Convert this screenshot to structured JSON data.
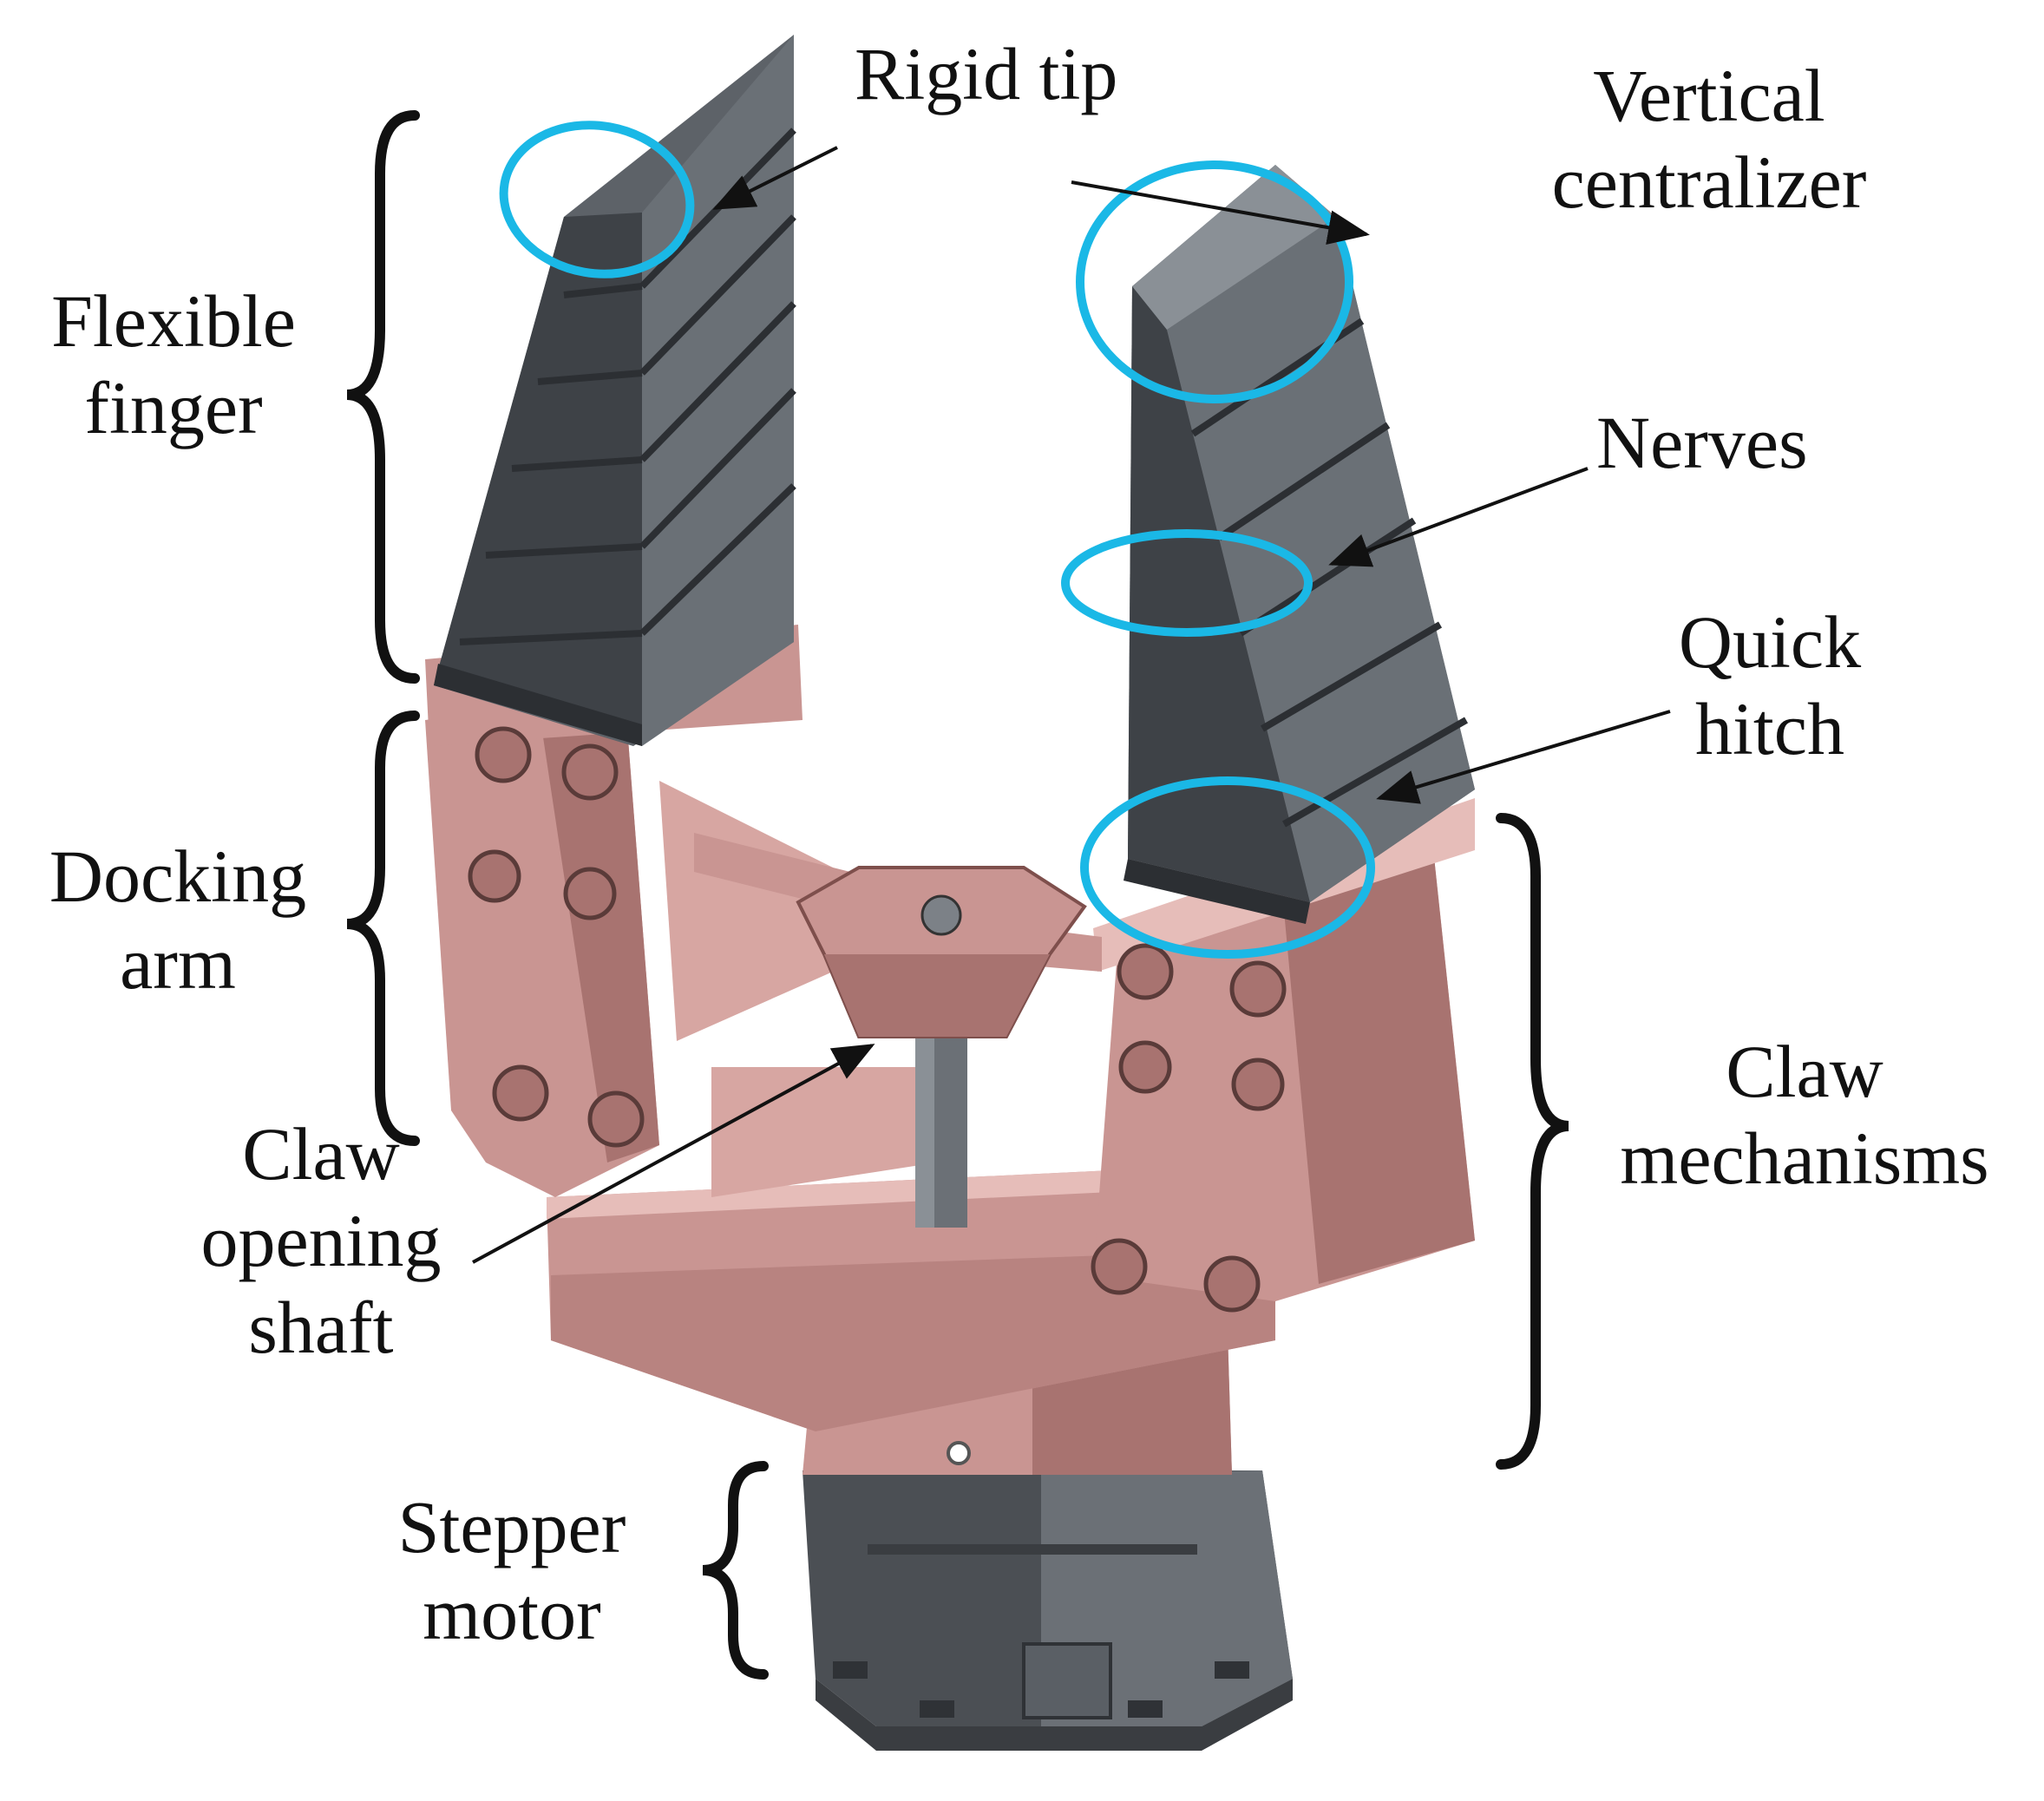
{
  "diagram": {
    "labels": {
      "rigid_tip": "Rigid tip",
      "vertical_centralizer": [
        "Vertical",
        "centralizer"
      ],
      "flexible_finger": [
        "Flexible",
        "finger"
      ],
      "nerves": "Nerves",
      "quick_hitch": [
        "Quick",
        "hitch"
      ],
      "docking_arm": [
        "Docking",
        "arm"
      ],
      "claw_mechanisms": [
        "Claw",
        "mechanisms"
      ],
      "claw_opening_shaft": [
        "Claw",
        "opening",
        "shaft"
      ],
      "stepper_motor": [
        "Stepper",
        "motor"
      ]
    },
    "colors": {
      "finger": "#5d6268",
      "finger_dark": "#3e4247",
      "finger_light": "#8a9096",
      "body": "#c99592",
      "body_dark": "#a87370",
      "body_light": "#e6bdb9",
      "motor": "#4b4f54",
      "highlight": "#1ab8e6",
      "ink": "#111111"
    }
  }
}
